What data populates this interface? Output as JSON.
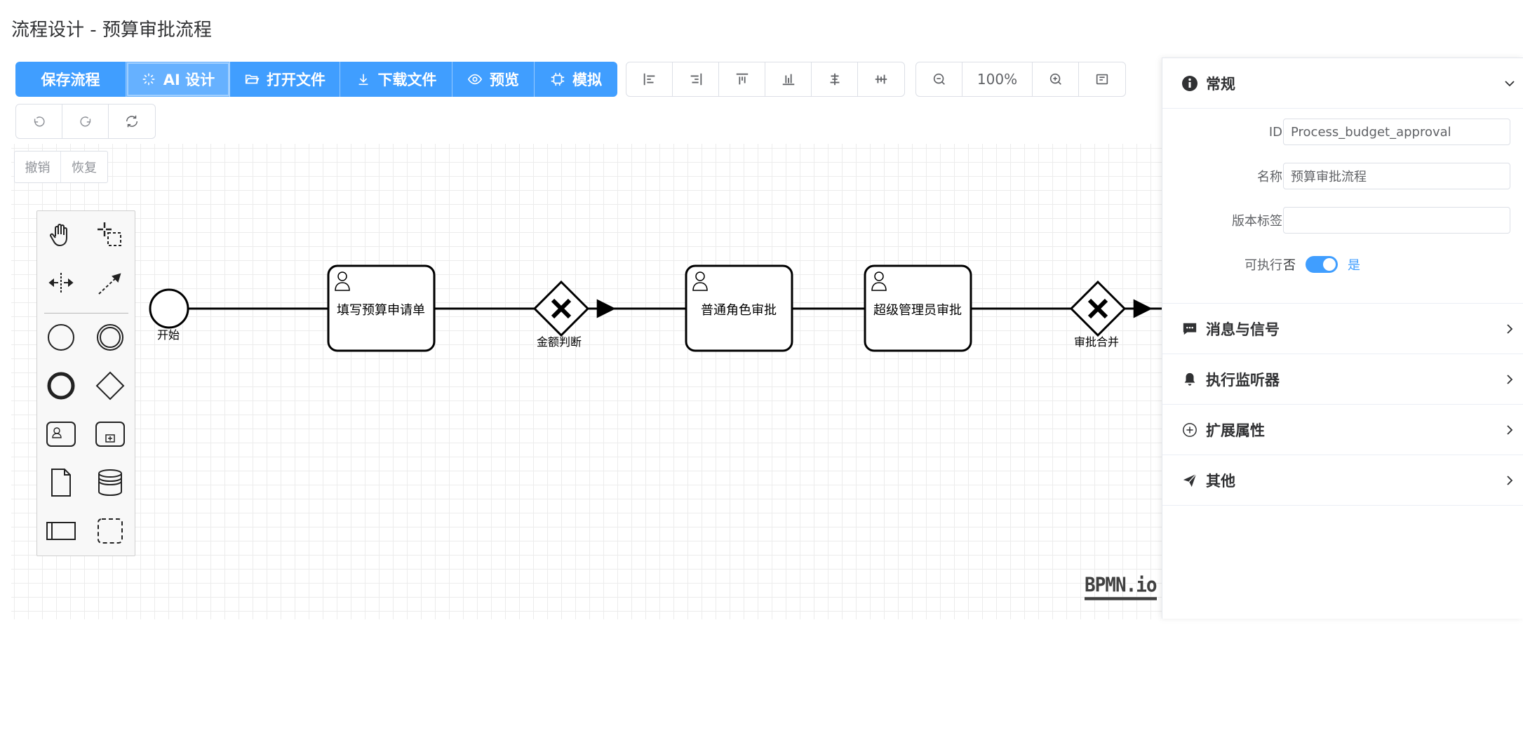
{
  "page": {
    "title": "流程设计 - 预算审批流程"
  },
  "toolbar": {
    "primary": [
      {
        "label": "保存流程",
        "icon": "none"
      },
      {
        "label": "AI 设计",
        "icon": "sparkle-icon"
      },
      {
        "label": "打开文件",
        "icon": "folder-open-icon"
      },
      {
        "label": "下载文件",
        "icon": "download-icon"
      },
      {
        "label": "预览",
        "icon": "eye-icon"
      },
      {
        "label": "模拟",
        "icon": "cpu-icon"
      }
    ],
    "zoom": {
      "level": "100%"
    }
  },
  "canvas": {
    "undo_label": "撤销",
    "redo_label": "恢复"
  },
  "diagram": {
    "start_event": {
      "label": "开始"
    },
    "task1": {
      "label": "填写预算申请单"
    },
    "gateway1": {
      "label": "金额判断"
    },
    "task2": {
      "label": "普通角色审批"
    },
    "task3": {
      "label": "超级管理员审批"
    },
    "gateway2": {
      "label": "审批合并"
    }
  },
  "logo": {
    "text": "BPMN.io"
  },
  "panel": {
    "general": {
      "title": "常规",
      "id_label": "ID",
      "id_value": "Process_budget_approval",
      "name_label": "名称",
      "name_value": "预算审批流程",
      "version_label": "版本标签",
      "version_value": "",
      "executable_label": "可执行",
      "executable_off": "否",
      "executable_on": "是",
      "executable": true
    },
    "sections": [
      {
        "title": "消息与信号",
        "icon": "message-icon"
      },
      {
        "title": "执行监听器",
        "icon": "bell-icon"
      },
      {
        "title": "扩展属性",
        "icon": "plus-circle-icon"
      },
      {
        "title": "其他",
        "icon": "send-icon"
      }
    ]
  },
  "colors": {
    "primary": "#409eff",
    "text": "#303133",
    "muted": "#606266"
  }
}
